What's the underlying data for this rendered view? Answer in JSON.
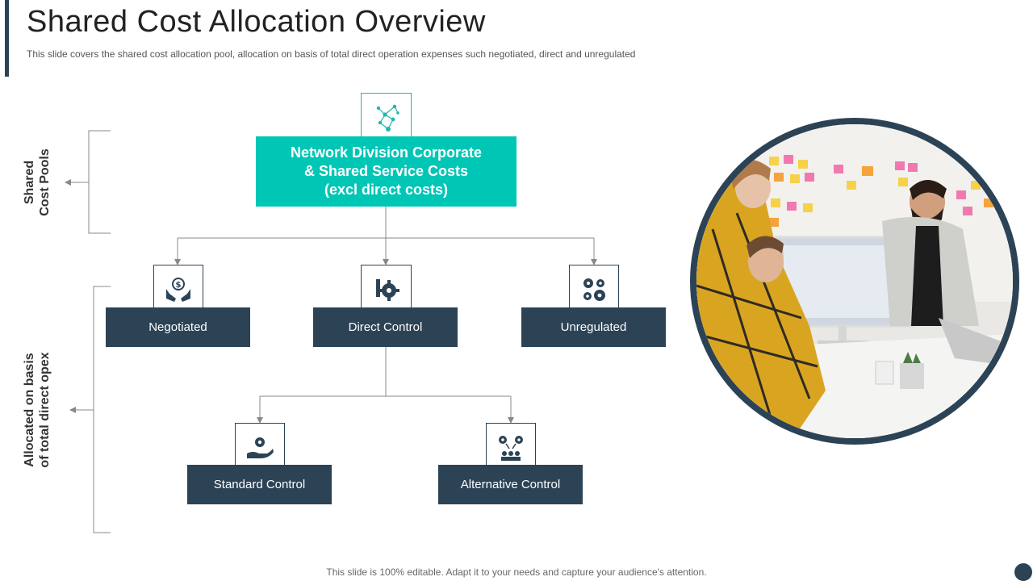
{
  "header": {
    "title": "Shared Cost Allocation Overview",
    "subtitle": "This slide covers the shared cost allocation pool, allocation on basis of total direct operation expenses such negotiated, direct and unregulated"
  },
  "side_labels": {
    "shared_pools": "Shared\nCost Pools",
    "allocated": "Allocated on basis\nof total direct opex"
  },
  "diagram": {
    "top": {
      "label": "Network Division Corporate\n& Shared Service Costs\n(excl direct costs)",
      "icon": "network-icon"
    },
    "level1": [
      {
        "label": "Negotiated",
        "icon": "money-hands-icon"
      },
      {
        "label": "Direct Control",
        "icon": "gear-hand-icon"
      },
      {
        "label": "Unregulated",
        "icon": "gears-icon"
      }
    ],
    "level2": [
      {
        "label": "Standard Control",
        "icon": "gear-palm-icon"
      },
      {
        "label": "Alternative Control",
        "icon": "team-gears-icon"
      }
    ]
  },
  "footer": {
    "text": "This slide is 100% editable. Adapt it to your needs and capture your audience's attention."
  },
  "colors": {
    "navy": "#2c4356",
    "teal": "#00c6b6",
    "connector": "#888888"
  }
}
